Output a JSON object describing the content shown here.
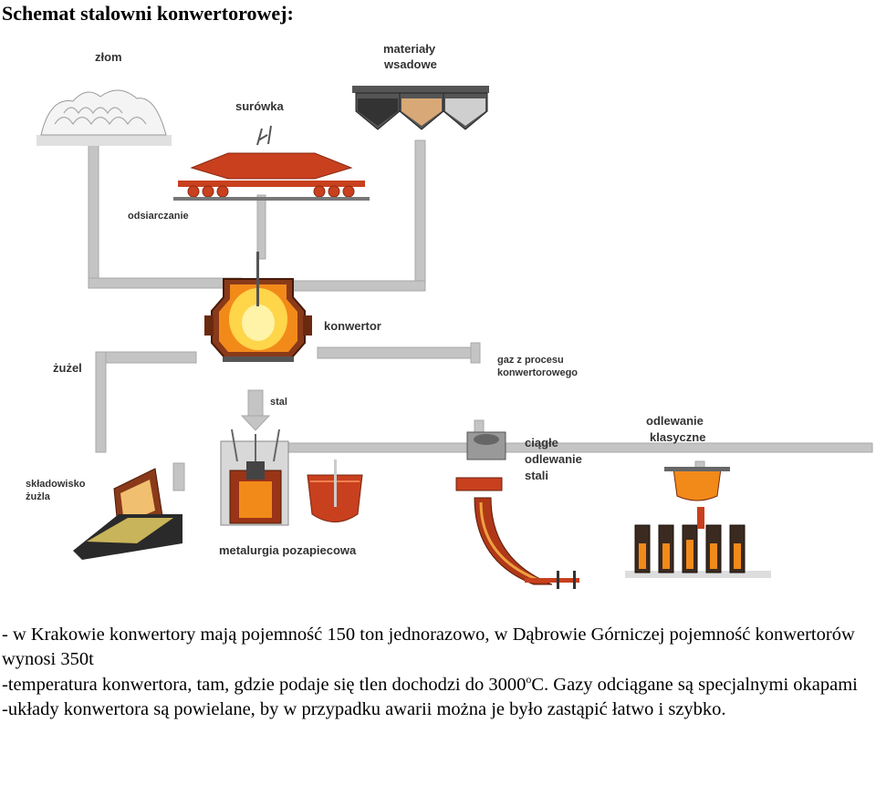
{
  "title": "Schemat stalowni konwertorowej:",
  "labels": {
    "zlom": "złom",
    "materialy_l1": "materiały",
    "materialy_l2": "wsadowe",
    "surowka": "surówka",
    "odsiarczanie": "odsiarczanie",
    "konwertor": "konwertor",
    "zuzel": "żużel",
    "gaz_l1": "gaz z procesu",
    "gaz_l2": "konwertorowego",
    "stal": "stal",
    "odlewanie_kl_l1": "odlewanie",
    "odlewanie_kl_l2": "klasyczne",
    "ciagle_l1": "ciągłe",
    "ciagle_l2": "odlewanie",
    "ciagle_l3": "stali",
    "skladowisko_l1": "składowisko",
    "skladowisko_l2": "żużla",
    "metalurgia": "metalurgia pozapiecowa"
  },
  "notes": {
    "line1": "- w Krakowie konwertory mają pojemność 150 ton jednorazowo, w Dąbrowie Górniczej pojemność konwertorów wynosi 350t",
    "line2_pre": "-temperatura konwertora, tam, gdzie podaje się tlen dochodzi do 3000",
    "line2_sup": "o",
    "line2_post": "C. Gazy odciągane są specjalnymi okapami",
    "line3": "-układy konwertora są powielane, by w przypadku awarii można je było zastąpić łatwo i szybko."
  },
  "colors": {
    "pipe": "#bfbfbf",
    "steel_red": "#c8401e",
    "molten": "#f5a623",
    "hot_yellow": "#ffe066",
    "dark": "#333333"
  }
}
